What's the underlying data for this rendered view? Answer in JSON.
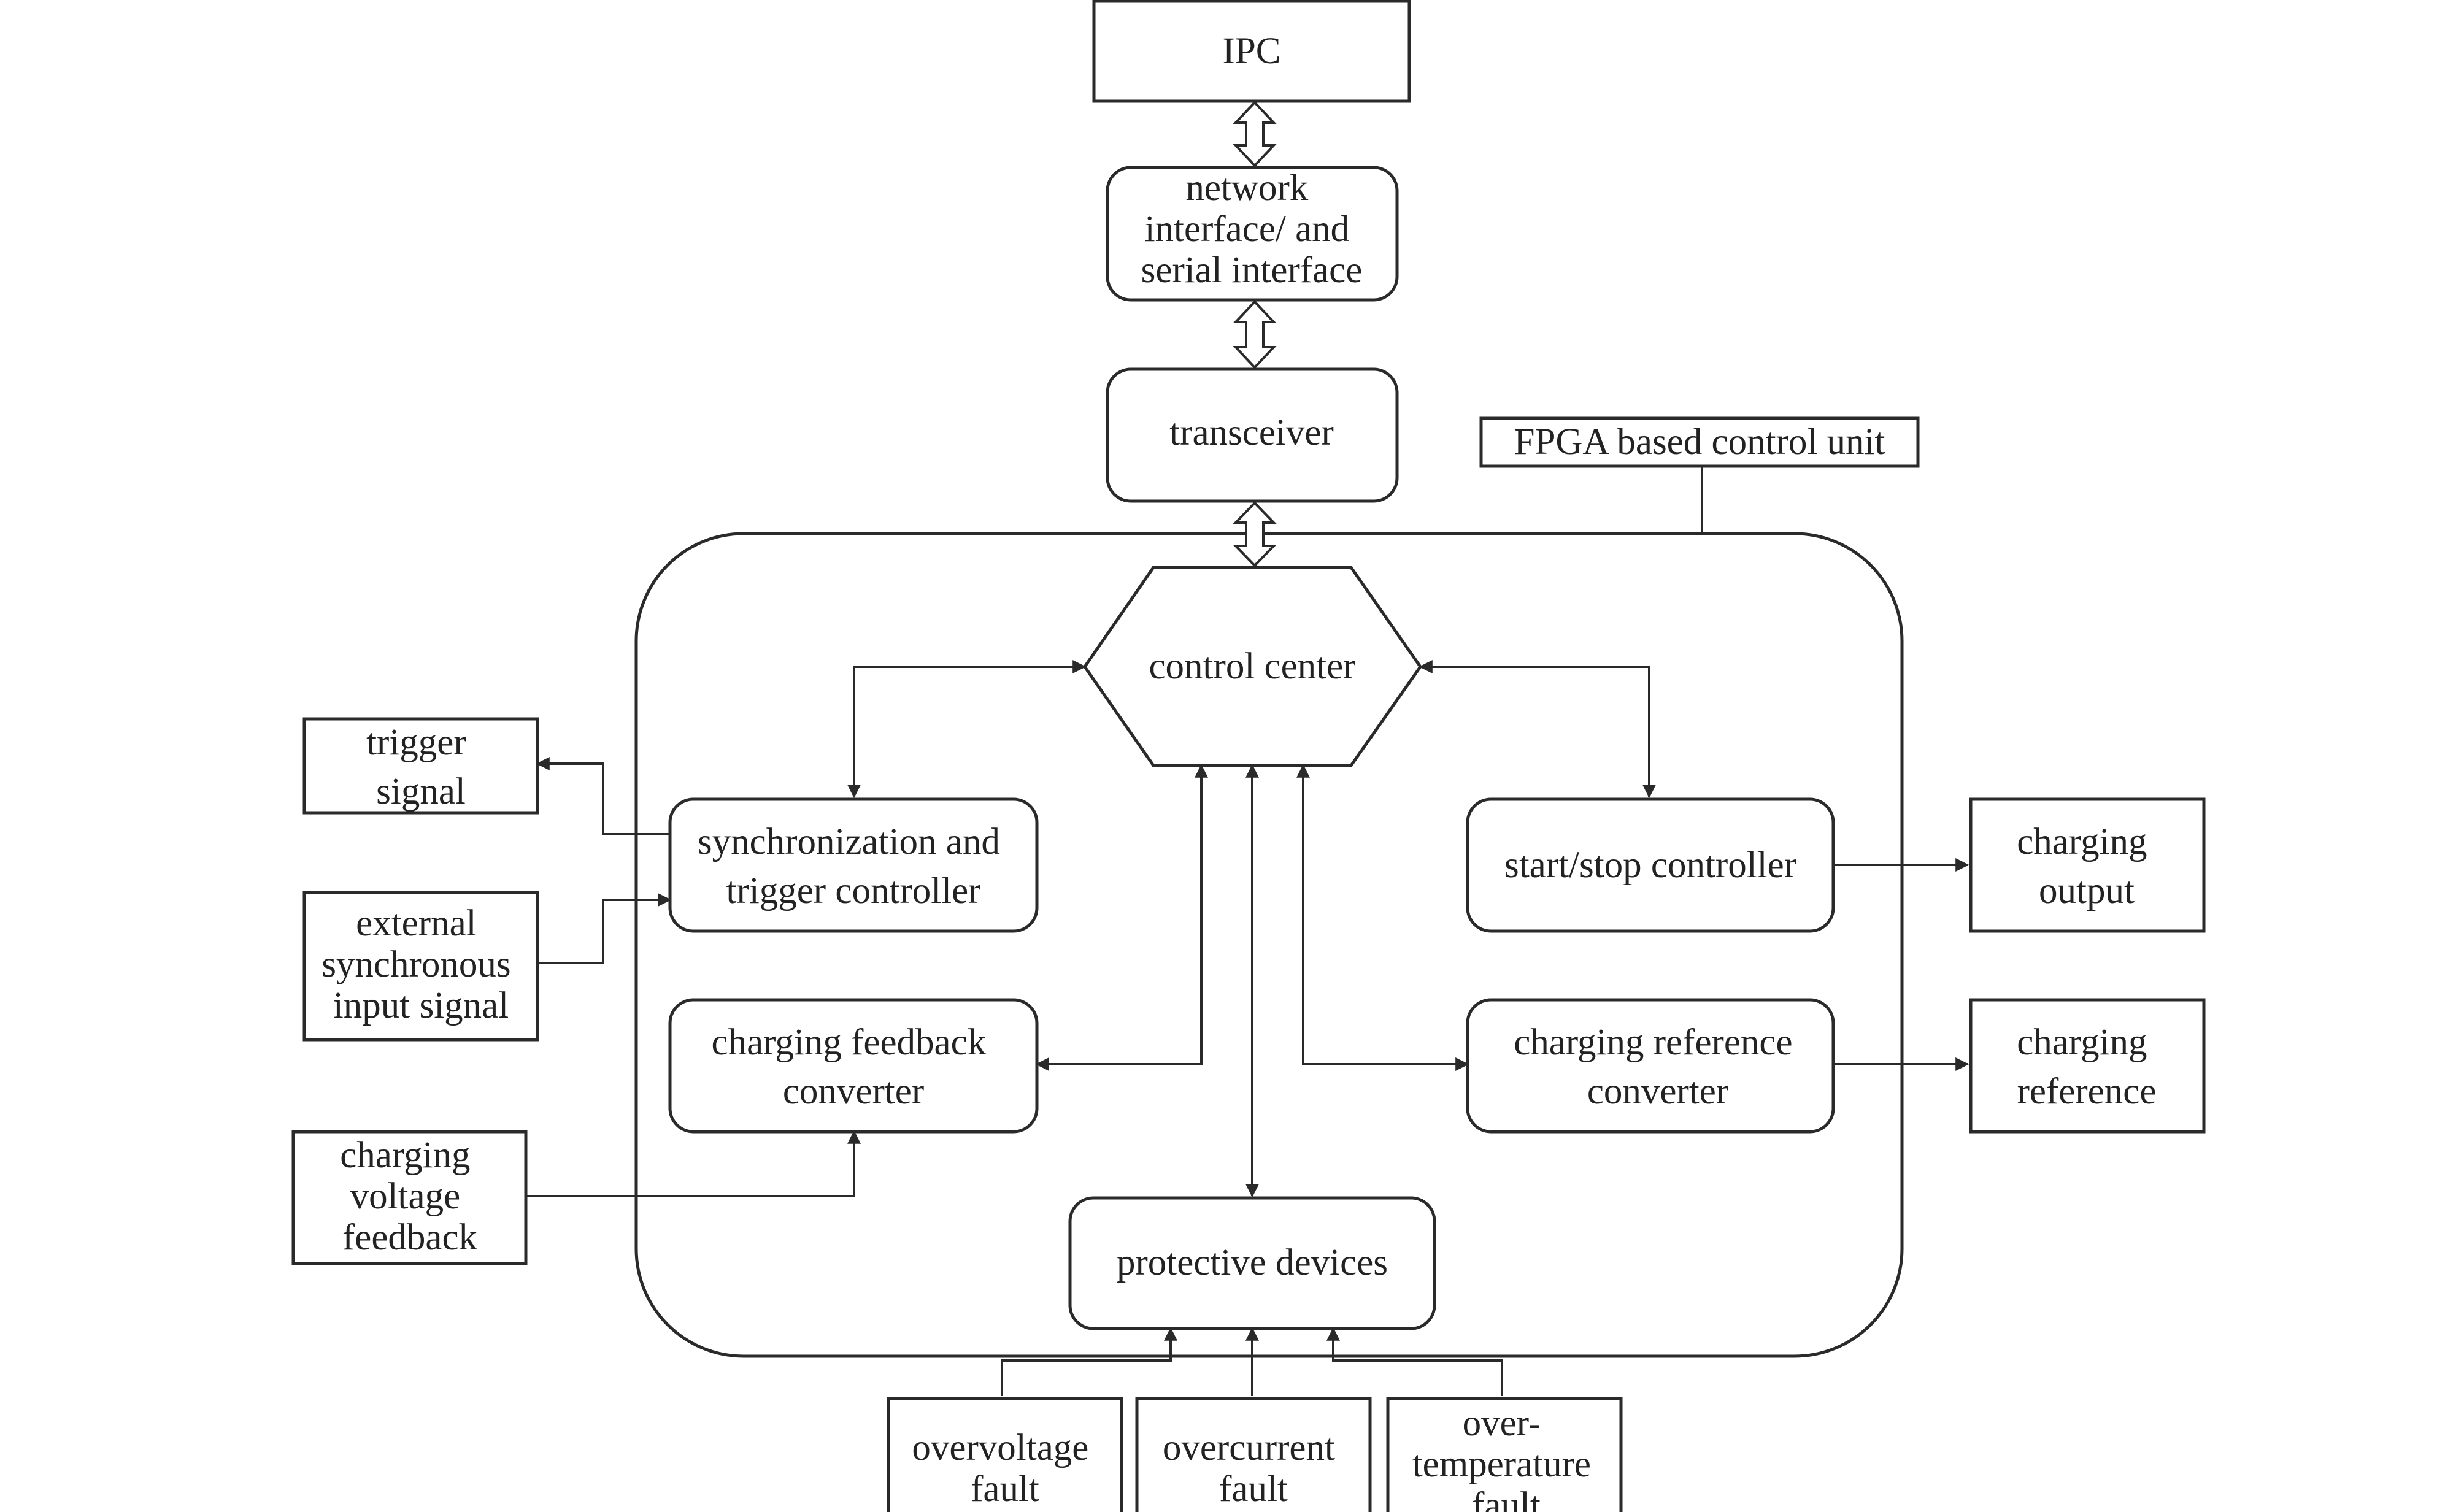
{
  "title": "",
  "nodes": {
    "ipc": "IPC",
    "network_interface": [
      "network",
      "interface/ and",
      "serial interface"
    ],
    "transceiver": "transceiver",
    "fpga_label": "FPGA based control unit",
    "control_center": "control center",
    "sync_trigger": [
      "synchronization and",
      "trigger controller"
    ],
    "start_stop": "start/stop controller",
    "feedback_converter": [
      "charging feedback",
      "converter"
    ],
    "reference_converter": [
      "charging reference",
      "converter"
    ],
    "protective_devices": "protective devices",
    "trigger_signal": [
      "trigger",
      "signal"
    ],
    "external_sync": [
      "external",
      "synchronous",
      "input signal"
    ],
    "voltage_feedback": [
      "charging",
      "voltage",
      "feedback"
    ],
    "charging_output": [
      "charging",
      "output"
    ],
    "charging_reference": [
      "charging",
      "reference"
    ],
    "overvoltage": [
      "overvoltage",
      "fault"
    ],
    "overcurrent": [
      "overcurrent",
      "fault"
    ],
    "overtemp": [
      "over-",
      "temperature",
      "fault"
    ]
  },
  "connections": [
    {
      "from": "IPC",
      "to": "network interface/ and serial interface",
      "kind": "bidirectional bus"
    },
    {
      "from": "network interface/ and serial interface",
      "to": "transceiver",
      "kind": "bidirectional bus"
    },
    {
      "from": "transceiver",
      "to": "control center",
      "kind": "bidirectional bus"
    },
    {
      "from": "control center",
      "to": "synchronization and trigger controller",
      "kind": "bidirectional"
    },
    {
      "from": "control center",
      "to": "start/stop controller",
      "kind": "bidirectional"
    },
    {
      "from": "control center",
      "to": "charging feedback converter",
      "kind": "bidirectional"
    },
    {
      "from": "control center",
      "to": "charging reference converter",
      "kind": "bidirectional"
    },
    {
      "from": "control center",
      "to": "protective devices",
      "kind": "bidirectional"
    },
    {
      "from": "synchronization and trigger controller",
      "to": "trigger signal",
      "kind": "arrow"
    },
    {
      "from": "external synchronous input signal",
      "to": "synchronization and trigger controller",
      "kind": "arrow"
    },
    {
      "from": "charging voltage feedback",
      "to": "charging feedback converter",
      "kind": "arrow"
    },
    {
      "from": "start/stop controller",
      "to": "charging output",
      "kind": "arrow"
    },
    {
      "from": "charging reference converter",
      "to": "charging reference",
      "kind": "arrow"
    },
    {
      "from": "overvoltage fault",
      "to": "protective devices",
      "kind": "arrow"
    },
    {
      "from": "overcurrent fault",
      "to": "protective devices",
      "kind": "arrow"
    },
    {
      "from": "over-temperature fault",
      "to": "protective devices",
      "kind": "arrow"
    }
  ]
}
